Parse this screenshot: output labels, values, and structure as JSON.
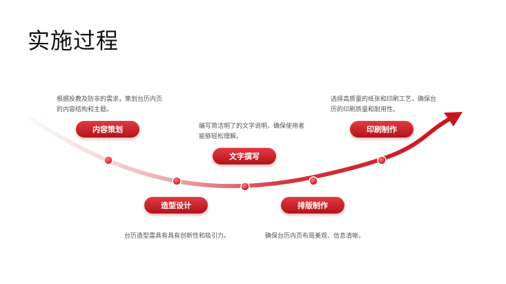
{
  "page": {
    "title": "实施过程"
  },
  "colors": {
    "accent": "#c8141e",
    "accent_light": "#e23a40",
    "text": "#555555"
  },
  "steps": [
    {
      "label": "内容策划",
      "desc": "根据投教及防非的需求，策划台历内页的内容结构和主题。"
    },
    {
      "label": "造型设计",
      "desc": "台历造型需具有具有创新性和吸引力。"
    },
    {
      "label": "文字撰写",
      "desc": "编写简洁明了的文字说明，确保使用者能够轻松理解。"
    },
    {
      "label": "排版制作",
      "desc": "确保台历内页布局美观、信息清晰。"
    },
    {
      "label": "印刷制作",
      "desc": "选择高质量的纸张和印刷工艺，确保台历的印刷质量和耐用性。"
    }
  ]
}
